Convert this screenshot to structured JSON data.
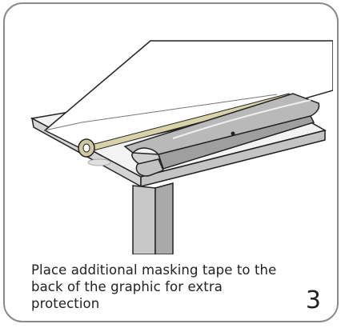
{
  "instruction": {
    "caption": "Place additional masking tape to the back of the graphic for extra protection",
    "step_number": "3"
  },
  "colors": {
    "border": "#8a8a8a",
    "table_top": "#f2f2f2",
    "table_edge": "#cfcfcf",
    "leg": "#c8c8c8",
    "graphic": "#ffffff",
    "tape": "#d8d2a8",
    "base": "#c9c9c9",
    "outline": "#222222"
  },
  "icons": {
    "illustration": "banner-stand-on-table-illustration",
    "tape_roll": "masking-tape-roll-icon"
  }
}
